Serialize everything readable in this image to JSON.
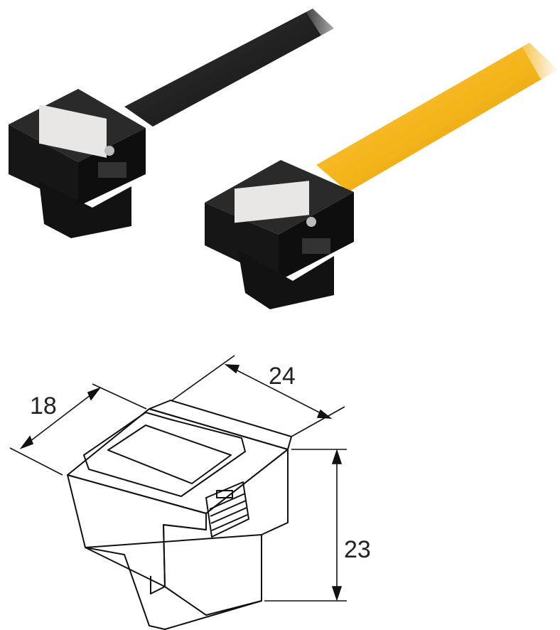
{
  "photo": {
    "cables": [
      {
        "color_name": "black",
        "cable_color": "#1e1e1e",
        "connector_color": "#151515",
        "latch_color": "#e9e6e6"
      },
      {
        "color_name": "yellow",
        "cable_color": "#f4b41a",
        "connector_color": "#151515",
        "latch_color": "#e9e6e6"
      }
    ]
  },
  "drawing": {
    "dimensions": {
      "width": "18",
      "depth": "24",
      "height": "23"
    },
    "line_color": "#111111"
  }
}
